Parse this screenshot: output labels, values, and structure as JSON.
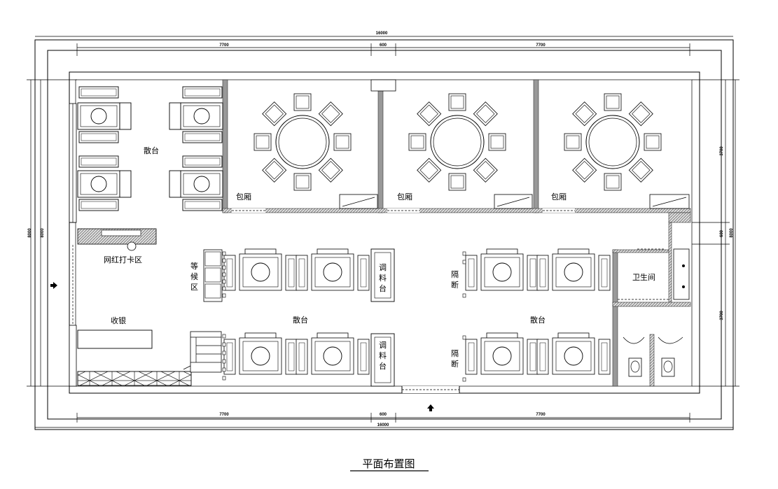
{
  "title": "平面布置图",
  "dimensions": {
    "top_total": "16000",
    "top_segments": [
      "7700",
      "600",
      "7700"
    ],
    "bottom_total": "16000",
    "bottom_segments": [
      "7700",
      "600",
      "7700"
    ],
    "left_outer": "8000",
    "left_inner": "8000",
    "right_segments": [
      "3700",
      "600",
      "3700"
    ],
    "right_total": "8000"
  },
  "labels": {
    "sanTai_left": "散台",
    "baoXiang_1": "包厢",
    "baoXiang_2": "包厢",
    "baoXiang_3": "包厢",
    "wangHong": "网红打卡区",
    "dengHou": [
      "等",
      "候",
      "区"
    ],
    "tiaoLiao_1": [
      "调",
      "料",
      "台"
    ],
    "tiaoLiao_2": [
      "调",
      "料",
      "台"
    ],
    "geDuan_1": [
      "隔",
      "断"
    ],
    "geDuan_2": [
      "隔",
      "断"
    ],
    "shouYin": "收银",
    "sanTai_mid": "散台",
    "sanTai_right": "散台",
    "weiShengJian": "卫生间"
  },
  "colors": {
    "line": "#000000",
    "wall": "#999999"
  }
}
